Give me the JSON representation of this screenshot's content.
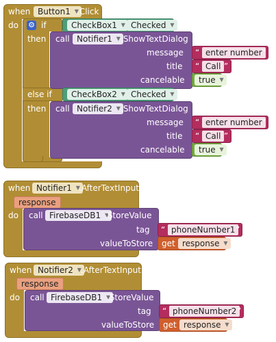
{
  "block1": {
    "when": "when",
    "component": "Button1",
    "event": ".Click",
    "do": "do",
    "if_label": "if",
    "cond1_component": "CheckBox1",
    "cond1_property": "Checked",
    "then1": "then",
    "call1": "call",
    "notifier1": "Notifier1",
    "method1": ".ShowTextDialog",
    "message_label1": "message",
    "message_value1": "enter number",
    "title_label1": "title",
    "title_value1": "Call",
    "cancelable_label1": "cancelable",
    "cancelable_value1": "true",
    "else_if": "else if",
    "cond2_component": "CheckBox2",
    "cond2_property": "Checked",
    "then2": "then",
    "call2": "call",
    "notifier2": "Notifier2",
    "method2": ".ShowTextDialog",
    "message_label2": "message",
    "message_value2": "enter number",
    "title_label2": "title",
    "title_value2": "Call",
    "cancelable_label2": "cancelable",
    "cancelable_value2": "true"
  },
  "block2": {
    "when": "when",
    "component": "Notifier1",
    "event": ".AfterTextInput",
    "param": "response",
    "do": "do",
    "call": "call",
    "db": "FirebaseDB1",
    "method": ".StoreValue",
    "tag_label": "tag",
    "tag_value": "phoneNumber1",
    "vts_label": "valueToStore",
    "get": "get",
    "get_var": "response"
  },
  "block3": {
    "when": "when",
    "component": "Notifier2",
    "event": ".AfterTextInput",
    "param": "response",
    "do": "do",
    "call": "call",
    "db": "FirebaseDB1",
    "method": ".StoreValue",
    "tag_label": "tag",
    "tag_value": "phoneNumber2",
    "vts_label": "valueToStore",
    "get": "get",
    "get_var": "response"
  },
  "colors": {
    "event": "#b18e35",
    "procedure": "#7a5596",
    "checkbox": "#4c9f7a",
    "text": "#b32d5e",
    "logic": "#77ab41",
    "variable": "#d05f2d",
    "param": "#e9a07f"
  }
}
